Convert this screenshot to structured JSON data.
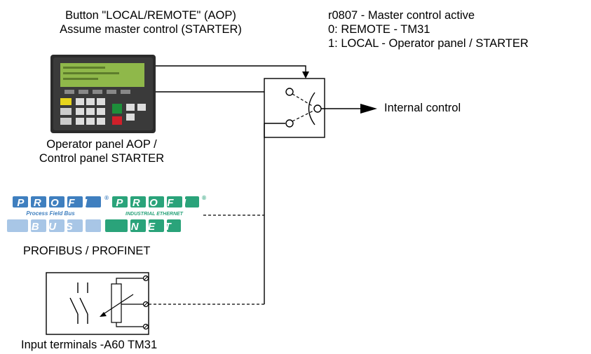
{
  "button_label": {
    "line1": "Button \"LOCAL/REMOTE\" (AOP)",
    "line2": "Assume master control (STARTER)"
  },
  "parameter_info": {
    "line1": "r0807 - Master control active",
    "line2": "0: REMOTE - TM31",
    "line3": "1: LOCAL - Operator panel / STARTER"
  },
  "operator_panel_label": {
    "line1": "Operator panel AOP /",
    "line2": "Control panel STARTER"
  },
  "output_label": "Internal control",
  "profibus": {
    "word": "PROFI",
    "bus": "BUS",
    "tagline": "Process Field Bus"
  },
  "profinet": {
    "word": "PROFI",
    "net": "NET",
    "tagline": "INDUSTRIAL ETHERNET"
  },
  "registered_mark": "®",
  "bus_label": "PROFIBUS / PROFINET",
  "terminals_label": "Input terminals -A60 TM31",
  "colors": {
    "panel_body": "#2b2b2b",
    "lcd": "#8fb84a",
    "profibus_blue": "#3f7fbf",
    "profinet_green": "#2aa37a",
    "key_green": "#1d8f3a",
    "key_red": "#d0202a",
    "key_yellow": "#e6d41c"
  }
}
